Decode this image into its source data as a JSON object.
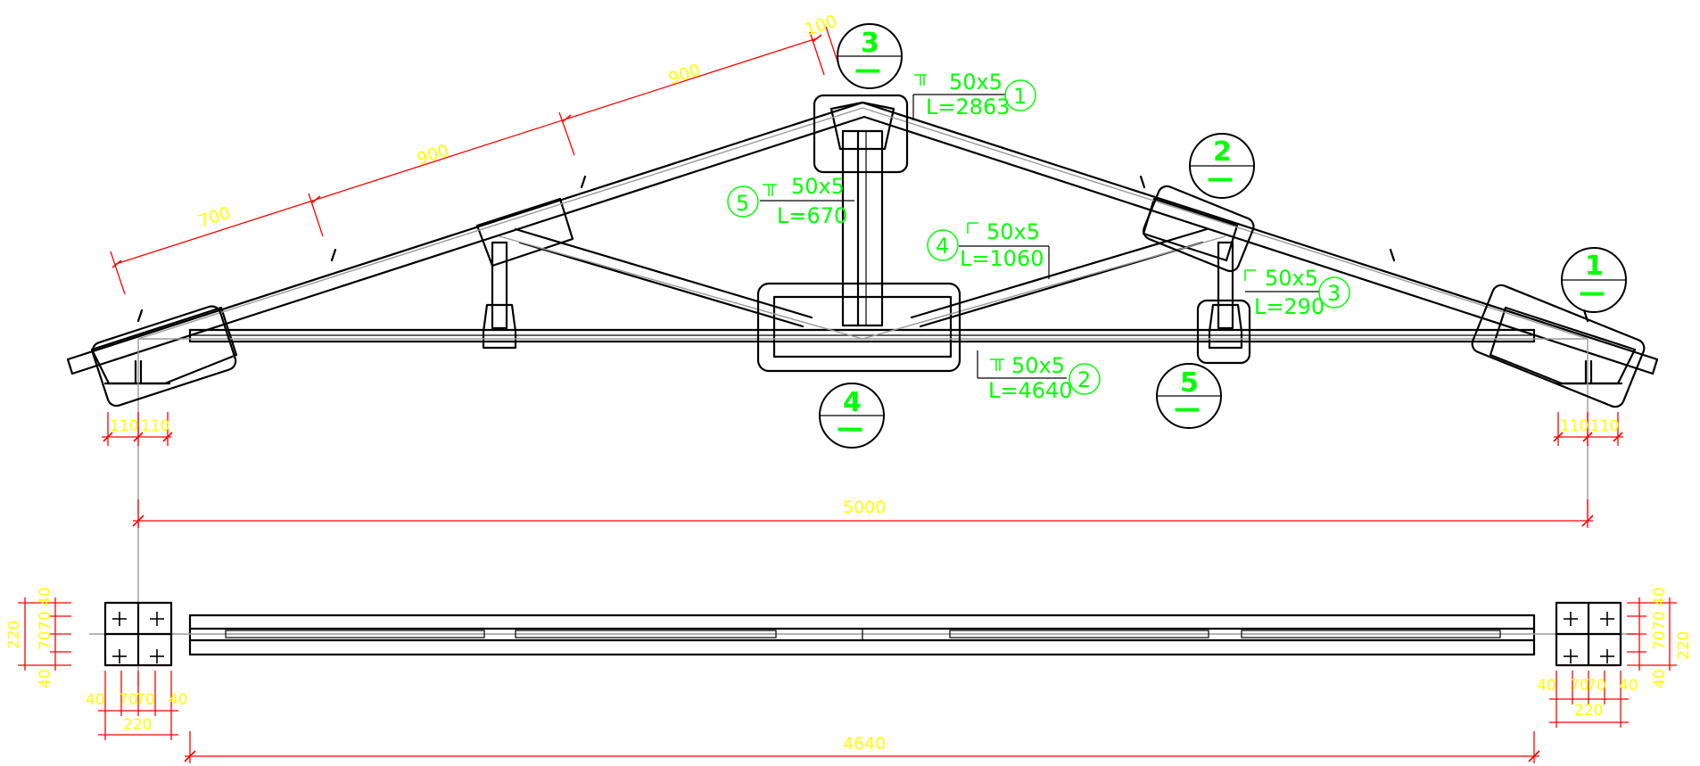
{
  "dimensions": {
    "top_chord": [
      "700",
      "900",
      "900",
      "100"
    ],
    "span": "5000",
    "left_plate": [
      "110",
      "110"
    ],
    "right_plate": [
      "110",
      "110"
    ],
    "bottom_length": "4640",
    "plate_left_v": [
      "220",
      "40",
      "70",
      "70",
      "40"
    ],
    "plate_left_h": [
      "40",
      "70",
      "70",
      "40",
      "220"
    ],
    "plate_right_v": [
      "40",
      "70",
      "70",
      "40",
      "220"
    ],
    "plate_right_h": [
      "40",
      "70",
      "70",
      "40",
      "220"
    ]
  },
  "members": [
    {
      "number": "1",
      "section": "50x5",
      "length": "L=2863"
    },
    {
      "number": "2",
      "section": "50x5",
      "length": "L=4640"
    },
    {
      "number": "3",
      "section": "50x5",
      "length": "L=290"
    },
    {
      "number": "4",
      "section": "50x5",
      "length": "L=1060"
    },
    {
      "number": "5",
      "section": "50x5",
      "length": "L=670"
    }
  ],
  "details": [
    {
      "number": "1",
      "line": "—"
    },
    {
      "number": "2",
      "line": "—"
    },
    {
      "number": "3",
      "line": "—"
    },
    {
      "number": "4",
      "line": "—"
    },
    {
      "number": "5",
      "line": "—"
    }
  ]
}
